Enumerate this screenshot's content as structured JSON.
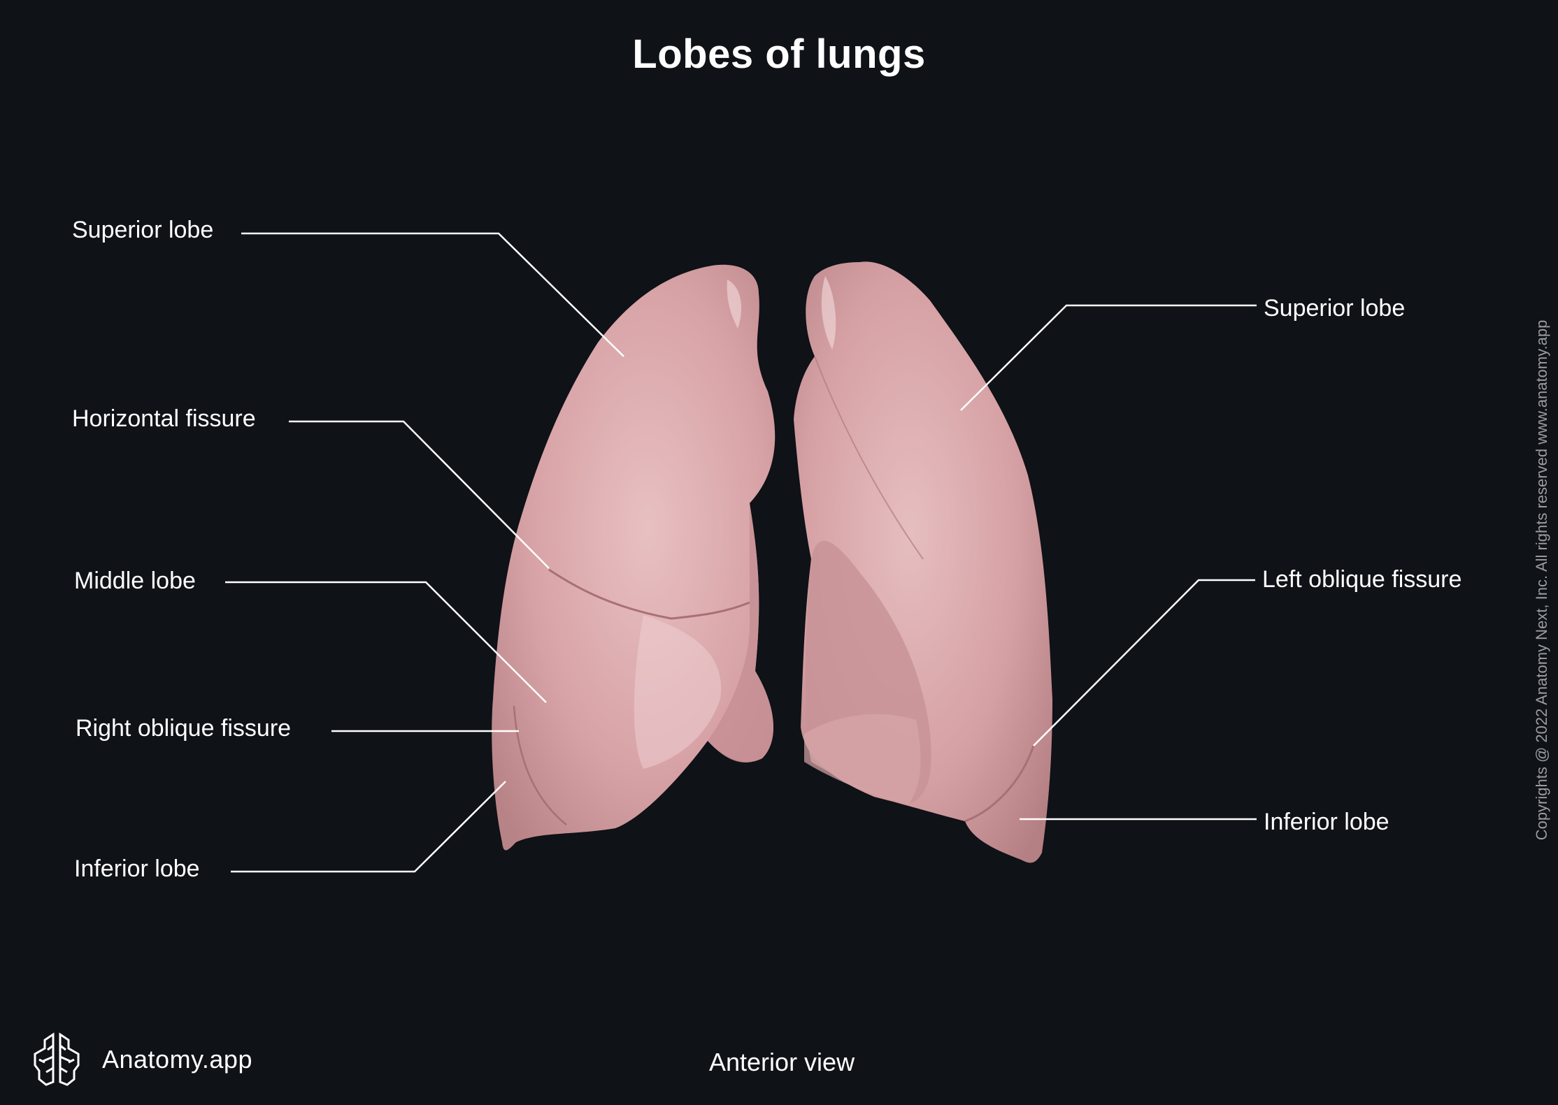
{
  "title": "Lobes of lungs",
  "view_caption": "Anterior view",
  "brand": {
    "name": "Anatomy.app",
    "icon": "brain-icon"
  },
  "copyright": "Copyrights @ 2022 Anatomy Next, Inc. All rights reserved www.anatomy.app",
  "colors": {
    "background": "#0f1217",
    "label_text": "#ffffff",
    "leader_line": "#ffffff",
    "lung_tissue": "#d9a3a6",
    "lung_shadow": "#b98588",
    "copyright_text": "#9a9ca0"
  },
  "labels_left": [
    {
      "text": "Superior lobe"
    },
    {
      "text": "Horizontal fissure"
    },
    {
      "text": "Middle lobe"
    },
    {
      "text": "Right oblique fissure"
    },
    {
      "text": "Inferior lobe"
    }
  ],
  "labels_right": [
    {
      "text": "Superior lobe"
    },
    {
      "text": "Left oblique fissure"
    },
    {
      "text": "Inferior lobe"
    }
  ]
}
